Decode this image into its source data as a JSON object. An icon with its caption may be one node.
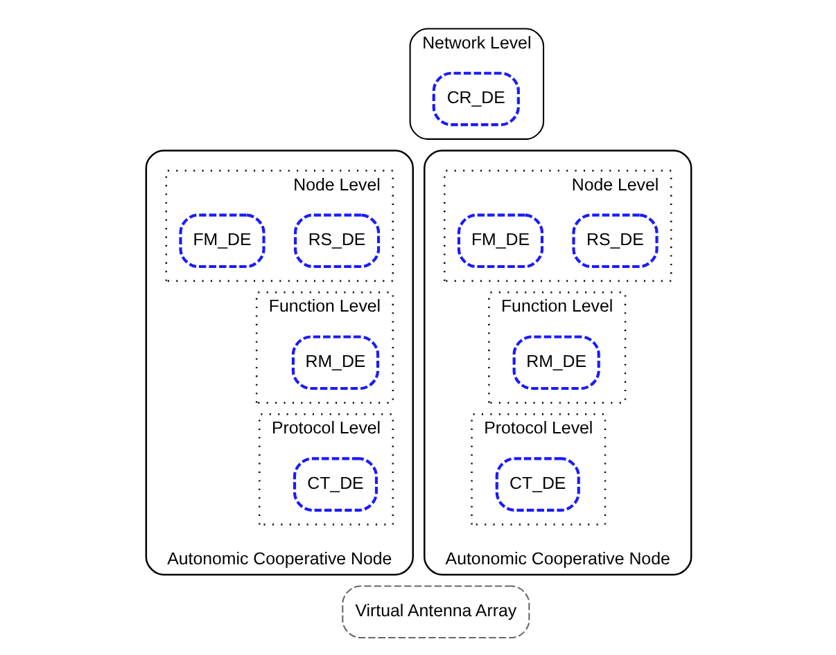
{
  "diagram": {
    "nodes": [
      {
        "text": [
          "Network Level"
        ]
      },
      {
        "text": [
          "CR_DE"
        ],
        "in": 0
      },
      {
        "text": [
          "Autonomic Cooperative Node"
        ]
      },
      {
        "text": [
          "Node Level"
        ],
        "in": 2
      },
      {
        "text": [
          "RS_DE"
        ],
        "in": 3
      },
      {
        "text": [
          "FM_DE"
        ],
        "in": 3
      },
      {
        "text": [
          "Function Level"
        ],
        "in": 2
      },
      {
        "text": [
          "RM_DE"
        ],
        "in": 6
      },
      {
        "text": [
          "Protocol Level"
        ],
        "in": 2
      },
      {
        "text": [
          "CT_DE"
        ],
        "in": 8
      },
      {
        "text": [
          "Autonomic Cooperative Node"
        ]
      },
      {
        "text": [
          "Node Level"
        ],
        "in": 10
      },
      {
        "text": [
          "RS_DE"
        ],
        "in": 11
      },
      {
        "text": [
          "FM_DE"
        ],
        "in": 11
      },
      {
        "text": [
          "Function Level"
        ],
        "in": 10
      },
      {
        "text": [
          "RM_DE"
        ],
        "in": 14
      },
      {
        "text": [
          "Protocol Level"
        ],
        "in": 10
      },
      {
        "text": [
          "CT_DE"
        ],
        "in": 16
      },
      {
        "text": [
          "Virtual Antenna Array"
        ]
      }
    ],
    "edges": []
  }
}
